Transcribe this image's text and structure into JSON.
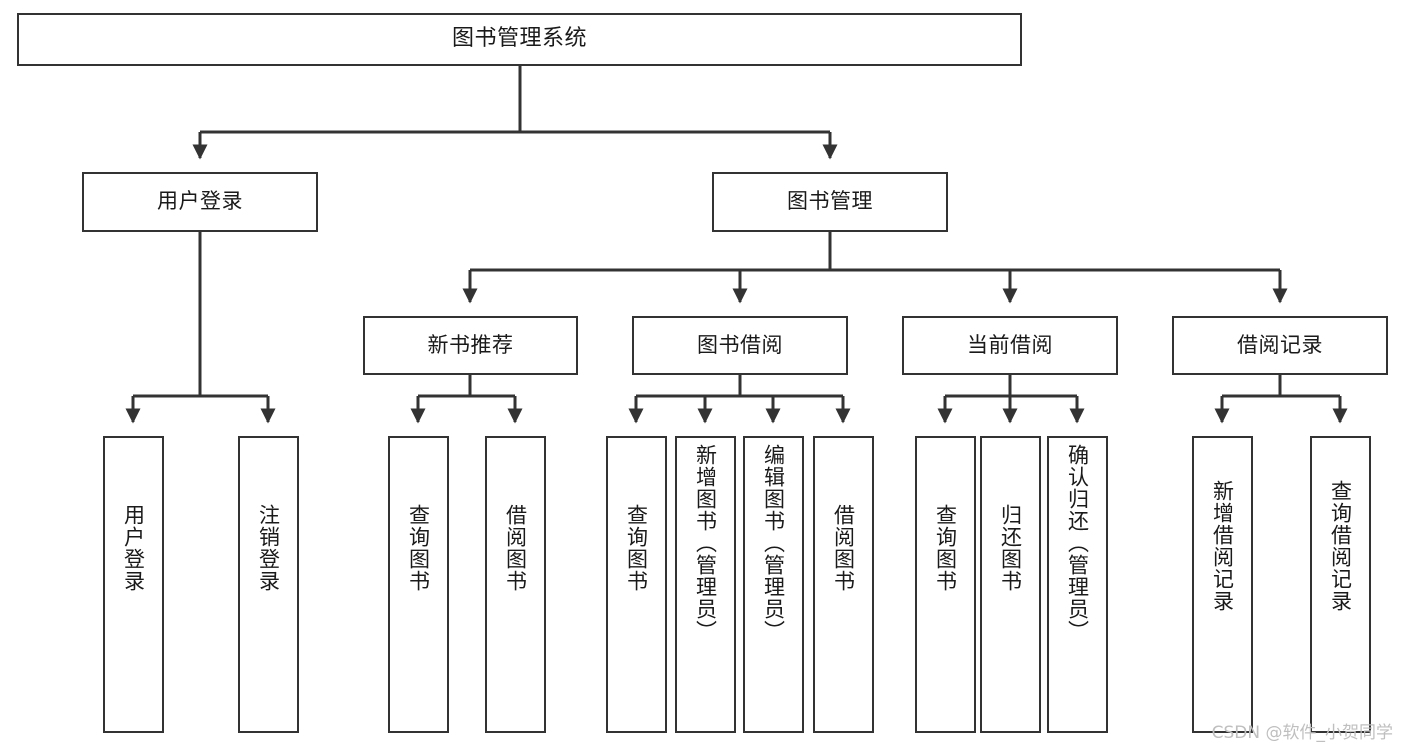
{
  "diagram": {
    "title": "图书管理系统",
    "type": "functional-structure-tree",
    "levels": 4,
    "root": {
      "id": "root",
      "label": "图书管理系统"
    },
    "level2": [
      {
        "id": "user-login",
        "label": "用户登录"
      },
      {
        "id": "book-manage",
        "label": "图书管理"
      }
    ],
    "level3": [
      {
        "id": "new-book-recommend",
        "label": "新书推荐"
      },
      {
        "id": "book-borrow",
        "label": "图书借阅"
      },
      {
        "id": "current-borrow",
        "label": "当前借阅"
      },
      {
        "id": "borrow-record",
        "label": "借阅记录"
      }
    ],
    "leaves": {
      "user_login": [
        {
          "id": "leaf-user-login",
          "label": "用户登录"
        },
        {
          "id": "leaf-user-logout",
          "label": "注销登录"
        }
      ],
      "new_book_recommend": [
        {
          "id": "leaf-query-book-1",
          "label": "查询图书"
        },
        {
          "id": "leaf-borrow-book-1",
          "label": "借阅图书"
        }
      ],
      "book_borrow": [
        {
          "id": "leaf-query-book-2",
          "label": "查询图书"
        },
        {
          "id": "leaf-add-book",
          "label": "新增图书（管理员）"
        },
        {
          "id": "leaf-edit-book",
          "label": "编辑图书（管理员）"
        },
        {
          "id": "leaf-borrow-book-2",
          "label": "借阅图书"
        }
      ],
      "current_borrow": [
        {
          "id": "leaf-query-book-3",
          "label": "查询图书"
        },
        {
          "id": "leaf-return-book",
          "label": "归还图书"
        },
        {
          "id": "leaf-confirm-return",
          "label": "确认归还（管理员）"
        }
      ],
      "borrow_record": [
        {
          "id": "leaf-add-record",
          "label": "新增借阅记录"
        },
        {
          "id": "leaf-query-record",
          "label": "查询借阅记录"
        }
      ]
    }
  },
  "watermark": {
    "text": "CSDN @软件_小贺同学"
  },
  "colors": {
    "stroke": "#333333",
    "fill": "#ffffff",
    "text": "#1a1a1a",
    "watermark": "#bfbfbf"
  }
}
